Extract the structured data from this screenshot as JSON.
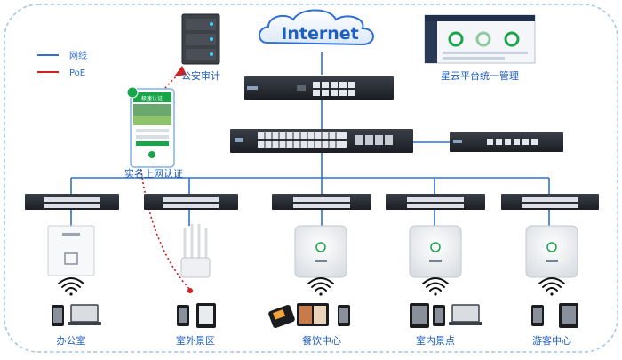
{
  "legend": {
    "network": {
      "label": "网线",
      "color": "#2f6fd6"
    },
    "poe": {
      "label": "PoE",
      "color": "#d22020"
    }
  },
  "cloud": {
    "label": "Internet"
  },
  "audit": {
    "label": "公安审计"
  },
  "cloud_mgmt": {
    "label": "星云平台统一管理"
  },
  "auth": {
    "label": "实名上网认证",
    "phone_title": "极速认证"
  },
  "zones": [
    {
      "label": "办公室",
      "ap_type": "panel-ap",
      "clients": [
        "phone-icon",
        "laptop-icon"
      ]
    },
    {
      "label": "室外景区",
      "ap_type": "outdoor-ap",
      "clients": [
        "phone-icon",
        "tablet-icon"
      ]
    },
    {
      "label": "餐饮中心",
      "ap_type": "ceiling-ap",
      "clients": [
        "pos-terminal-icon",
        "tablet-icon",
        "phone-icon"
      ]
    },
    {
      "label": "室内景点",
      "ap_type": "ceiling-ap",
      "clients": [
        "tablet-icon",
        "phone-icon",
        "laptop-icon"
      ]
    },
    {
      "label": "游客中心",
      "ap_type": "ceiling-ap",
      "clients": [
        "phone-icon",
        "tablet-icon"
      ]
    }
  ],
  "colors": {
    "frame": "#9ec5ea",
    "label_blue": "#1f5fc0",
    "device_dark": "#2b2f36",
    "accent_green": "#19a64a"
  }
}
